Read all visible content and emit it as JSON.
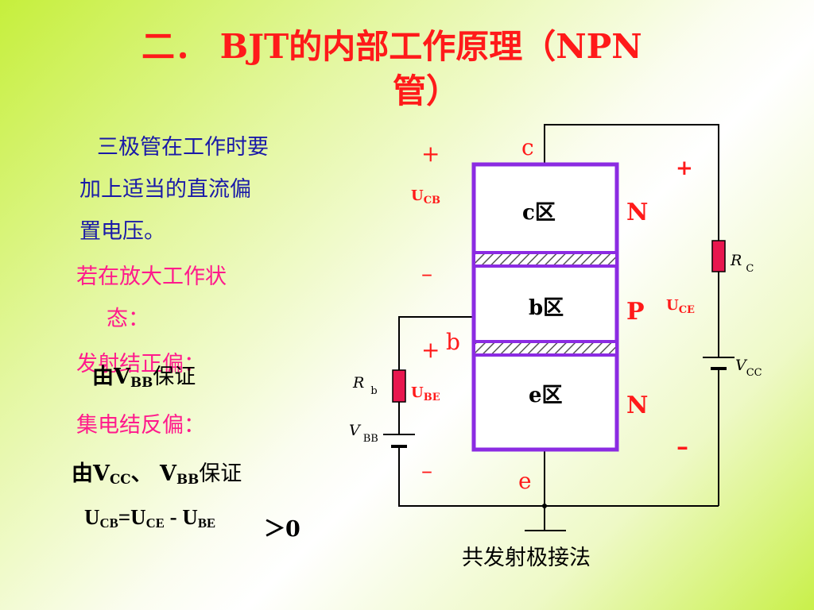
{
  "slide": {
    "title_line1": "二．  BJT的内部工作原理（NPN",
    "title_line2": "管）",
    "para1": [
      "三极管在工作时要",
      "加上适当的直流偏",
      "置电压。"
    ],
    "para2": [
      "若在放大工作状",
      "态："
    ],
    "emitter_forward": "发射结正偏：",
    "vbb_prefix": "由V",
    "vbb_sub": "BB",
    "vbb_suffix": "保证",
    "collector_reverse": "集电结反偏：",
    "vcc_prefix": "由V",
    "vcc_sub": "CC",
    "vcc_mid": "、 V",
    "vcc_sub2": "BB",
    "vcc_suffix": "保证",
    "eq_u1": "U",
    "eq_s1": "CB",
    "eq_u2": "=U",
    "eq_s2": "CE",
    "eq_u3": " - U",
    "eq_s3": "BE",
    "eq_gt": "＞0"
  },
  "diagram": {
    "region_c": "c区",
    "region_b": "b区",
    "region_e": "e区",
    "type_n1": "N",
    "type_p": "P",
    "type_n2": "N",
    "terminal_c": "c",
    "terminal_b": "b",
    "terminal_e": "e",
    "plus_ucb": "+",
    "minus_ucb": "–",
    "ucb_u": "U",
    "ucb_sub": "CB",
    "plus_ube": "+",
    "minus_ube": "–",
    "ube_u": "U",
    "ube_sub": "BE",
    "plus_uce": "+",
    "minus_uce": "–",
    "uce_u": "U",
    "uce_sub": "CE",
    "rc_r": "R",
    "rc_sub": "C",
    "rb_r": "R",
    "rb_sub": "b",
    "vcc_v": "V",
    "vcc_sub": "CC",
    "vbb_v": "V",
    "vbb_sub": "BB",
    "caption": "共发射极接法"
  },
  "colors": {
    "title": "#ff1a1a",
    "blue_text": "#1a1aa8",
    "pink_text": "#ff1a8c",
    "transistor_border": "#8b2be2",
    "resistor_fill": "#e8174f",
    "wire": "#000000"
  }
}
